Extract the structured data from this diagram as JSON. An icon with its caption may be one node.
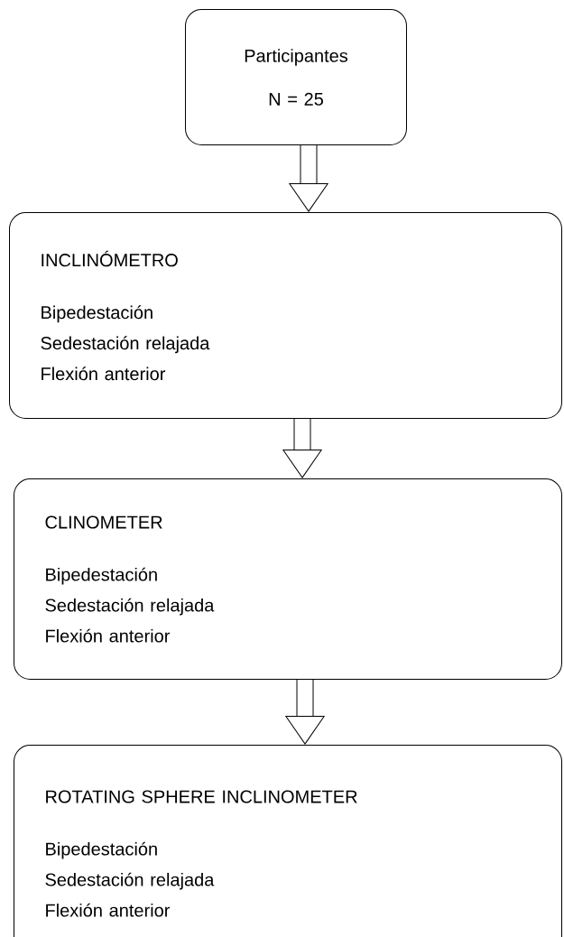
{
  "diagram": {
    "nodes": [
      {
        "text": [
          "Participantes",
          "N = 25"
        ]
      },
      {
        "text": [
          "INCLINÓMETRO",
          "Bipedestación",
          "Sedestación relajada",
          "Flexión anterior"
        ]
      },
      {
        "text": [
          "CLINOMETER",
          "Bipedestación",
          "Sedestación relajada",
          "Flexión anterior"
        ]
      },
      {
        "text": [
          "ROTATING SPHERE INCLINOMETER",
          "Bipedestación",
          "Sedestación relajada",
          "Flexión anterior"
        ]
      }
    ],
    "edges": [
      {
        "from": 0,
        "to": 1,
        "arrow": "to"
      },
      {
        "from": 1,
        "to": 2,
        "arrow": "to"
      },
      {
        "from": 2,
        "to": 3,
        "arrow": "to"
      }
    ]
  }
}
